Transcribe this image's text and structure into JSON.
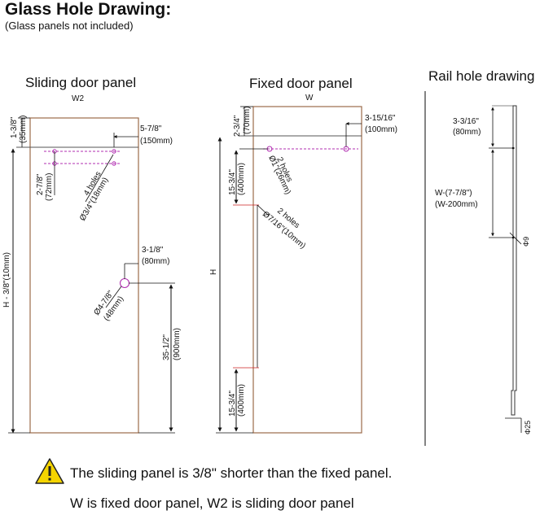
{
  "header": {
    "title": "Glass Hole Drawing:",
    "subtitle": "(Glass panels not included)"
  },
  "sections": {
    "sliding": "Sliding door panel",
    "fixed": "Fixed door panel",
    "rail": "Rail hole drawing"
  },
  "sliding": {
    "width_label": "W2",
    "height_label": "H - 3/8\"(10mm)",
    "top_offset_in": "1-3/8\"",
    "top_offset_mm": "(35mm)",
    "hole_edge_in": "5-7/8\"",
    "hole_edge_mm": "(150mm)",
    "hole_spacing_in": "2-7/8\"",
    "hole_spacing_mm": "(72mm)",
    "holes_count": "4 holes",
    "holes_dia": "Ø3/4\"(18mm)",
    "handle_edge_in": "3-1/8\"",
    "handle_edge_mm": "(80mm)",
    "handle_dia_in": "Ø4-7/8\"",
    "handle_dia_mm": "(48mm)",
    "handle_height_in": "35-1/2\"",
    "handle_height_mm": "(900mm)"
  },
  "fixed": {
    "width_label": "W",
    "height_label": "H",
    "top_offset_in": "2-3/4\"",
    "top_offset_mm": "(70mm)",
    "hole_edge_in": "3-15/16\"",
    "hole_edge_mm": "(100mm)",
    "top_holes_count": "2 holes",
    "top_holes_dia": "Ø1\"(26mm)",
    "upper_spacing_in": "15-3/4\"",
    "upper_spacing_mm": "(400mm)",
    "mid_holes_count": "2 holes",
    "mid_holes_dia": "Ø7/16\"(10mm)",
    "lower_spacing_in": "15-3/4\"",
    "lower_spacing_mm": "(400mm)"
  },
  "rail": {
    "top_in": "3-3/16\"",
    "top_mm": "(80mm)",
    "spacing_in": "W-(7-7/8\")",
    "spacing_mm": "(W-200mm)",
    "hole_dia": "Φ9",
    "rail_dia": "Φ25"
  },
  "notes": {
    "line1": "The sliding panel is 3/8\" shorter than the fixed panel.",
    "line2": "W is fixed door panel, W2 is sliding door panel"
  },
  "colors": {
    "panel_outline": "#9b6b4a",
    "dimension_line": "#111111",
    "hole_line": "#b12fb1",
    "warning_fill": "#f5d400"
  }
}
